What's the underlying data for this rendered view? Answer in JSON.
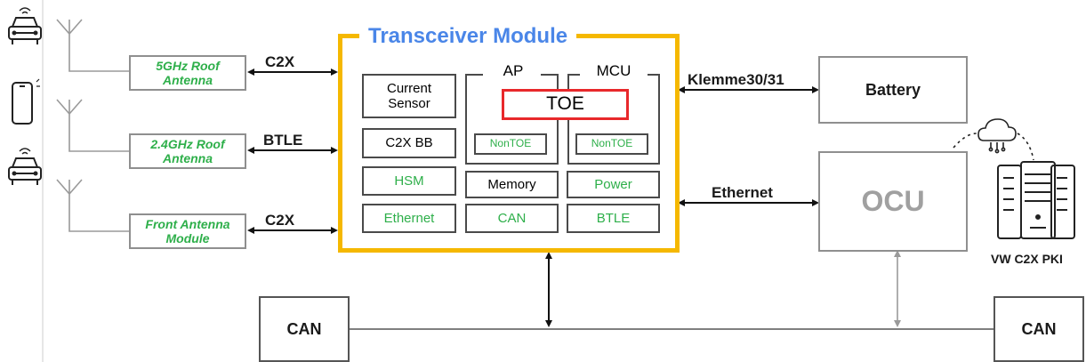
{
  "colors": {
    "module_border": "#f5b800",
    "title_blue": "#4a86e8",
    "green_text": "#2eaf4a",
    "toe_red": "#e8282b",
    "gray_box": "#8f8f8f",
    "ocu_text": "#a0a0a0"
  },
  "icons": [
    "car-icon",
    "smartphone-icon",
    "car-icon",
    "antenna-icon",
    "cloud-icon",
    "server-icon"
  ],
  "antennas": [
    {
      "label": "5GHz Roof Antenna",
      "link": "C2X"
    },
    {
      "label": "2.4GHz Roof Antenna",
      "link": "BTLE"
    },
    {
      "label": "Front Antenna Module",
      "link": "C2X"
    }
  ],
  "module": {
    "title": "Transceiver Module",
    "current_sensor": "Current Sensor",
    "c2x_bb": "C2X BB",
    "hsm": "HSM",
    "ethernet": "Ethernet",
    "ap": "AP",
    "mcu": "MCU",
    "toe": "TOE",
    "nontoe_ap": "NonTOE",
    "nontoe_mcu": "NonTOE",
    "memory": "Memory",
    "power": "Power",
    "can": "CAN",
    "btle": "BTLE"
  },
  "right": {
    "klemme": "Klemme30/31",
    "battery": "Battery",
    "ethernet": "Ethernet",
    "ocu": "OCU",
    "pki": "VW C2X PKI"
  },
  "bus": {
    "can_left": "CAN",
    "can_right": "CAN"
  }
}
